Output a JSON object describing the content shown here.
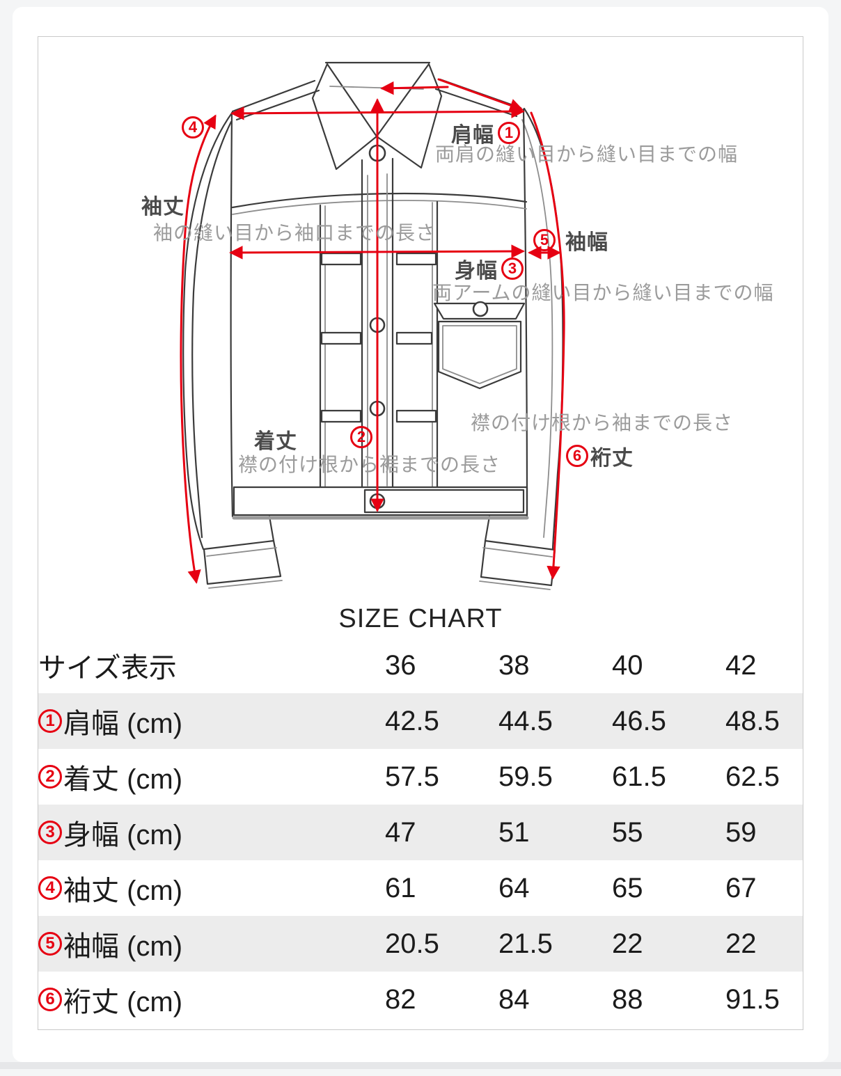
{
  "colors": {
    "accent_red": "#e60012",
    "line_dark": "#3b3b3b",
    "line_gray": "#a6a6a6",
    "gray_text": "#9b9b9b",
    "row_alt_bg": "#ececec",
    "panel_border": "#c9c9c9",
    "page_bg": "#f4f5f6"
  },
  "diagram": {
    "annotations": {
      "shoulder_width": {
        "num": "1",
        "title": "肩幅",
        "desc": "両肩の縫い目から縫い目までの幅"
      },
      "body_length": {
        "num": "2",
        "title": "着丈",
        "desc": "襟の付け根から裾までの長さ"
      },
      "body_width": {
        "num": "3",
        "title": "身幅",
        "desc": "両アームの縫い目から縫い目までの幅"
      },
      "sleeve_length": {
        "num": "4",
        "title": "袖丈",
        "desc": "袖の縫い目から袖口までの長さ"
      },
      "sleeve_width": {
        "num": "5",
        "title": "袖幅"
      },
      "yuki_length": {
        "num": "6",
        "title": "裄丈",
        "desc": "襟の付け根から袖までの長さ"
      }
    }
  },
  "size_chart": {
    "title": "SIZE CHART",
    "header": {
      "label": "サイズ表示",
      "sizes": [
        "36",
        "38",
        "40",
        "42"
      ]
    },
    "rows": [
      {
        "num": "1",
        "label": "肩幅 (cm)",
        "values": [
          "42.5",
          "44.5",
          "46.5",
          "48.5"
        ]
      },
      {
        "num": "2",
        "label": "着丈 (cm)",
        "values": [
          "57.5",
          "59.5",
          "61.5",
          "62.5"
        ]
      },
      {
        "num": "3",
        "label": "身幅 (cm)",
        "values": [
          "47",
          "51",
          "55",
          "59"
        ]
      },
      {
        "num": "4",
        "label": "袖丈 (cm)",
        "values": [
          "61",
          "64",
          "65",
          "67"
        ]
      },
      {
        "num": "5",
        "label": "袖幅 (cm)",
        "values": [
          "20.5",
          "21.5",
          "22",
          "22"
        ]
      },
      {
        "num": "6",
        "label": "裄丈 (cm)",
        "values": [
          "82",
          "84",
          "88",
          "91.5"
        ]
      }
    ]
  }
}
